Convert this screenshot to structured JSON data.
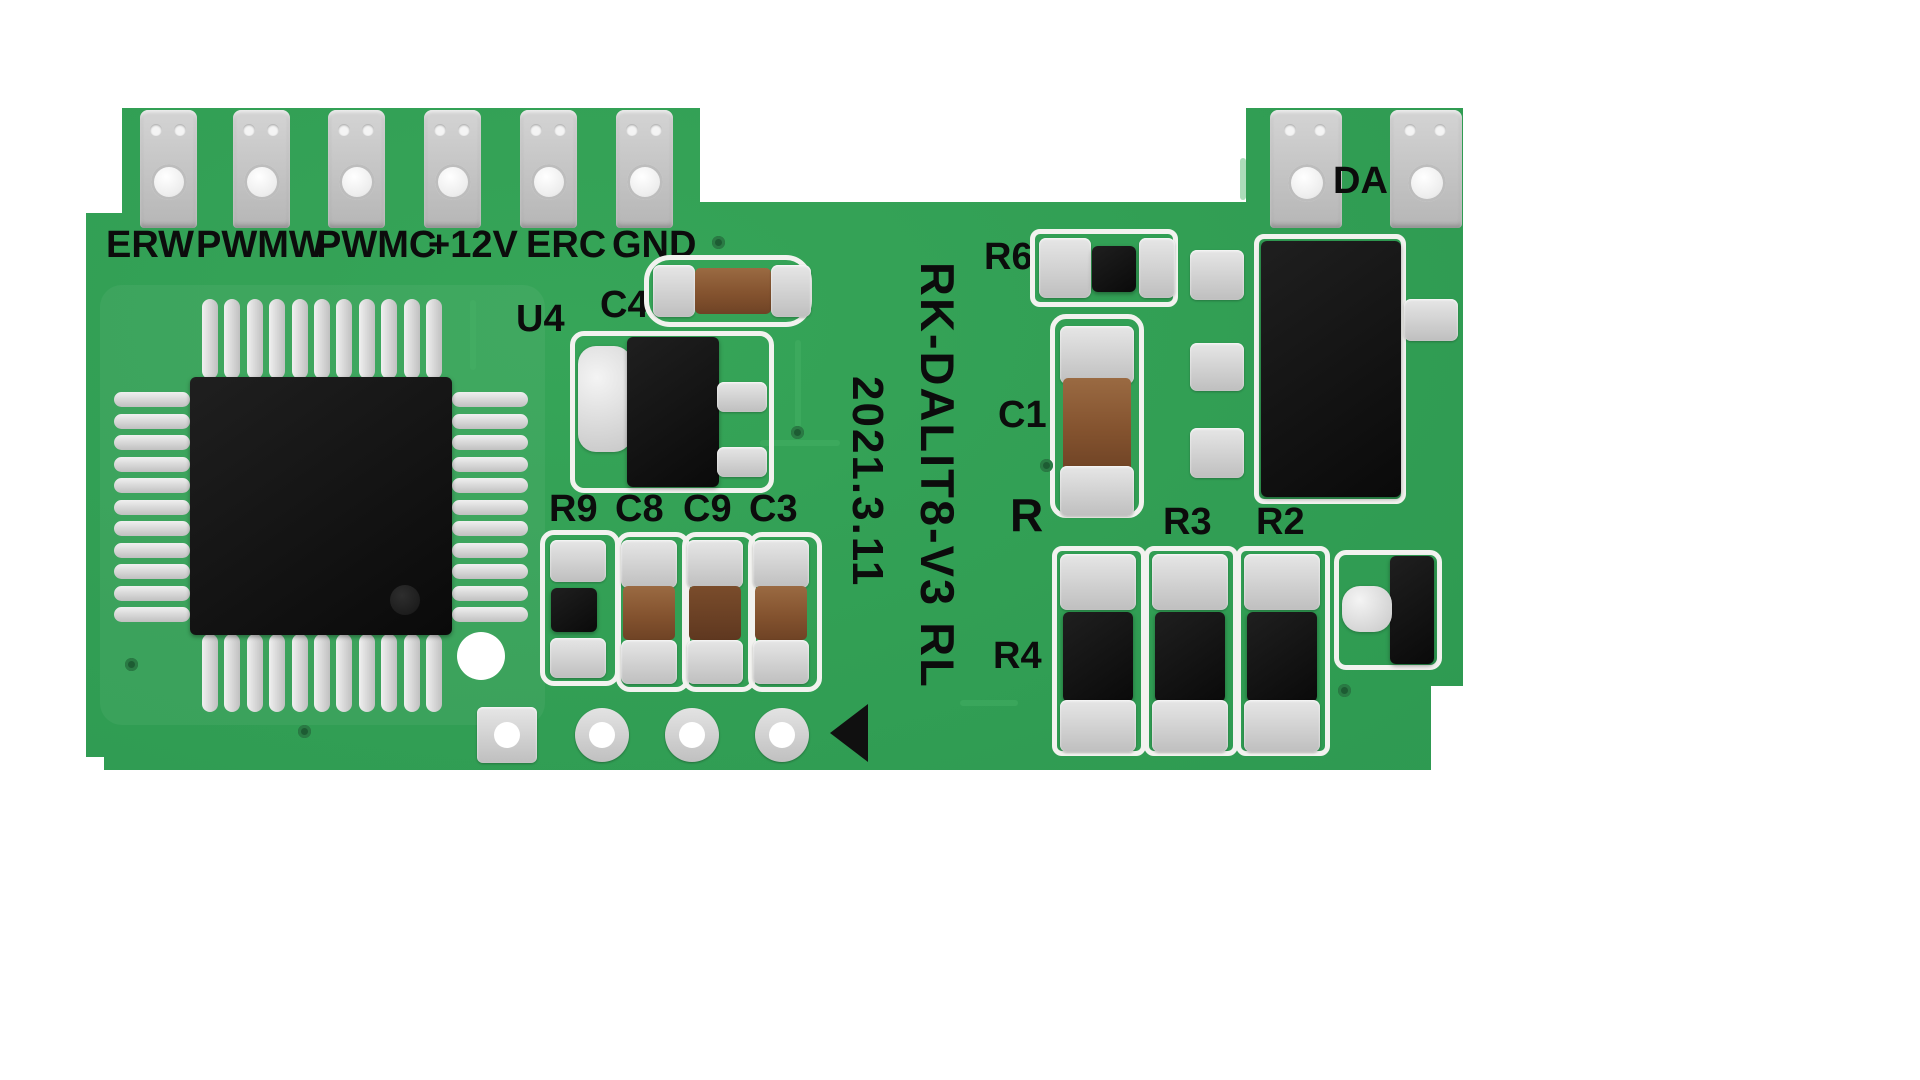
{
  "labels": {
    "connector_pins": [
      "ERW",
      "PWMW",
      "PWMC",
      "+12V",
      "ERC",
      "GND"
    ],
    "connector_da": "DA",
    "u4": "U4",
    "c4": "C4",
    "r9": "R9",
    "c8": "C8",
    "c9": "C9",
    "c3": "C3",
    "r6": "R6",
    "c1": "C1",
    "r_partial": "R",
    "r3": "R3",
    "r2": "R2",
    "r4": "R4",
    "model_number": "RK-DALIT8-V3 RL",
    "date_code": "2021.3.11"
  },
  "colors": {
    "background": "#ffffff",
    "board_green": "#2f9b52",
    "silkscreen_white": "#f2f2ef",
    "pad_silver": "#cccccc",
    "component_black": "#141414",
    "capacitor_brown": "#8a5a33",
    "label_text": "#0c0c0c"
  }
}
